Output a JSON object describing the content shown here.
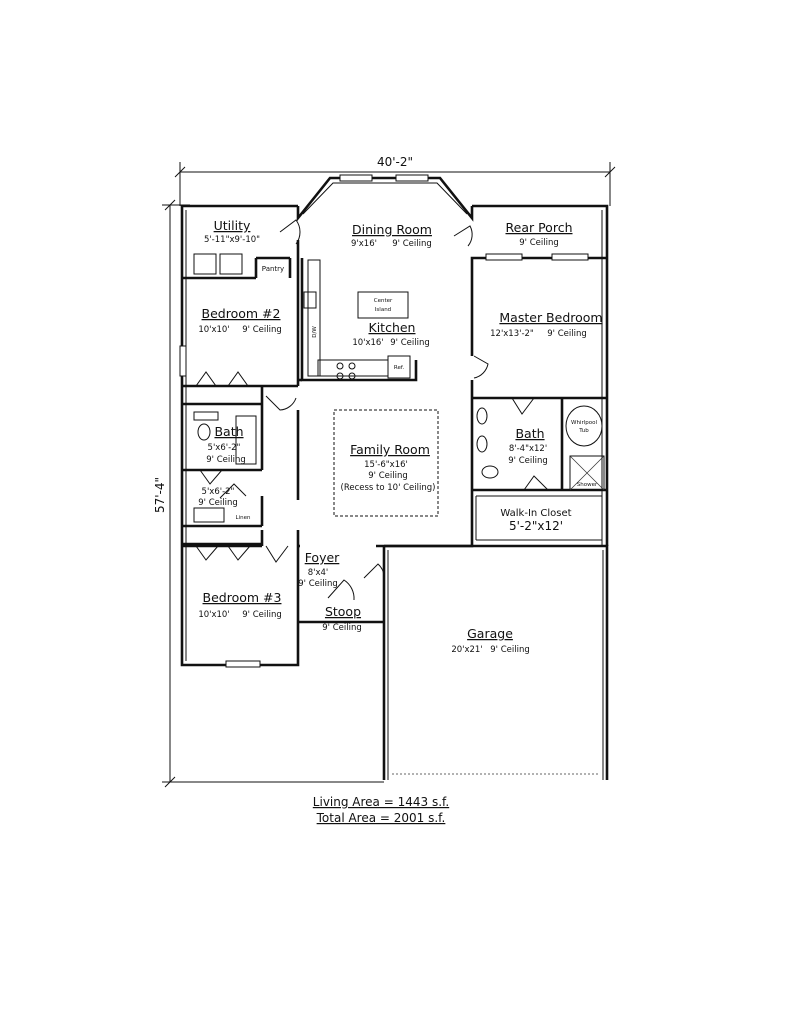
{
  "dimensions": {
    "width": "40'-2\"",
    "depth": "57'-4\""
  },
  "rooms": {
    "utility": {
      "name": "Utility",
      "size": "5'-11\"x9'-10\""
    },
    "pantry": {
      "name": "Pantry"
    },
    "dining": {
      "name": "Dining Room",
      "size": "9'x16'",
      "ceiling": "9' Ceiling"
    },
    "rear_porch": {
      "name": "Rear Porch",
      "ceiling": "9' Ceiling"
    },
    "bedroom2": {
      "name": "Bedroom #2",
      "size": "10'x10'",
      "ceiling": "9' Ceiling"
    },
    "island": {
      "line1": "Center",
      "line2": "Island"
    },
    "dw": {
      "text": "D/W"
    },
    "kitchen": {
      "name": "Kitchen",
      "size": "10'x16'",
      "ceiling": "9' Ceiling"
    },
    "ref": {
      "text": "Ref."
    },
    "master": {
      "name": "Master Bedroom",
      "size": "12'x13'-2\"",
      "ceiling": "9' Ceiling"
    },
    "bath_hall": {
      "name": "Bath",
      "size": "5'x6'-2\"",
      "ceiling": "9' Ceiling"
    },
    "bath_small": {
      "size": "5'x6'-2\"",
      "ceiling": "9' Ceiling"
    },
    "linen": {
      "name": "Linen"
    },
    "family": {
      "name": "Family Room",
      "size": "15'-6\"x16'",
      "ceiling": "9' Ceiling",
      "note": "(Recess to 10' Ceiling)"
    },
    "master_bath": {
      "name": "Bath",
      "size": "8'-4\"x12'",
      "ceiling": "9' Ceiling"
    },
    "whirlpool": {
      "line1": "Whirlpool",
      "line2": "Tub"
    },
    "shower": {
      "text": "Shower"
    },
    "walkin": {
      "name": "Walk-In Closet",
      "size": "5'-2\"x12'"
    },
    "foyer": {
      "name": "Foyer",
      "size": "8'x4'",
      "ceiling": "9' Ceiling"
    },
    "bedroom3": {
      "name": "Bedroom #3",
      "size": "10'x10'",
      "ceiling": "9' Ceiling"
    },
    "stoop": {
      "name": "Stoop",
      "ceiling": "9' Ceiling"
    },
    "garage": {
      "name": "Garage",
      "size": "20'x21'",
      "ceiling": "9' Ceiling"
    }
  },
  "areas": {
    "living": "Living Area = 1443 s.f.",
    "total": "Total Area = 2001 s.f."
  }
}
